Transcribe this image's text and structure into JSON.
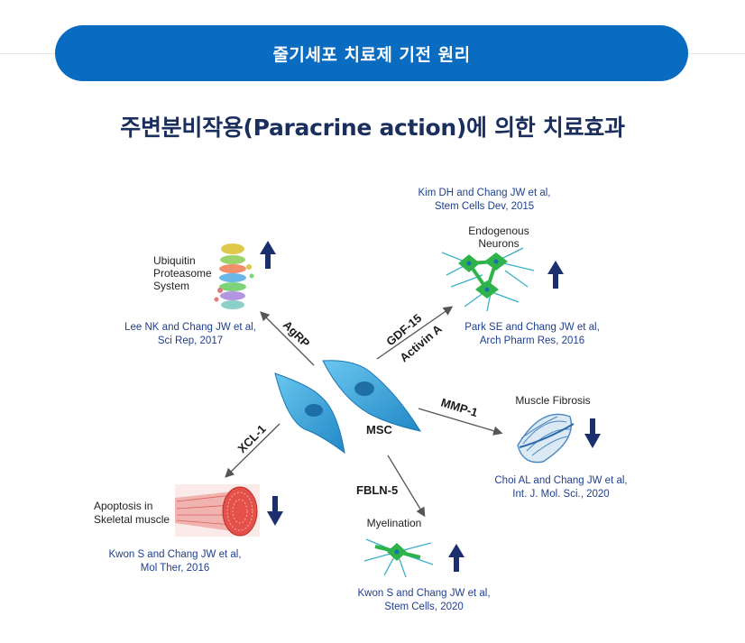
{
  "banner": {
    "text": "줄기세포 치료제 기전 원리"
  },
  "title": "주변분비작용(Paracrine action)에 의한 치료효과",
  "center": {
    "label": "MSC"
  },
  "nodes": {
    "ubiquitin": {
      "label_lines": [
        "Ubiquitin",
        "Proteasome",
        "System"
      ],
      "molecule": "AgRP",
      "cite_lines": [
        "Lee NK and Chang JW et al,",
        "Sci Rep, 2017"
      ],
      "direction": "up"
    },
    "neurons": {
      "top_cite_lines": [
        "Kim DH and Chang JW et al,",
        "Stem Cells Dev, 2015"
      ],
      "label_lines": [
        "Endogenous",
        "Neurons"
      ],
      "molecule_lines": [
        "GDF-15",
        "Activin A"
      ],
      "cite_lines": [
        "Park SE and Chang JW et al,",
        "Arch Pharm Res, 2016"
      ],
      "direction": "up"
    },
    "fibrosis": {
      "label": "Muscle Fibrosis",
      "molecule": "MMP-1",
      "cite_lines": [
        "Choi AL and Chang JW et al,",
        "Int. J. Mol. Sci., 2020"
      ],
      "direction": "down"
    },
    "apoptosis": {
      "label_lines": [
        "Apoptosis in",
        "Skeletal muscle"
      ],
      "molecule": "XCL-1",
      "cite_lines": [
        "Kwon S and Chang JW et al,",
        "Mol Ther, 2016"
      ],
      "direction": "down"
    },
    "myelination": {
      "label": "Myelination",
      "molecule": "FBLN-5",
      "cite_lines": [
        "Kwon S and Chang JW et al,",
        "Stem Cells, 2020"
      ],
      "direction": "up"
    }
  },
  "colors": {
    "banner": "#0a6cc0",
    "title": "#1a2f5e",
    "citation": "#1f3f8f",
    "arrow_indicator": "#1b2f6e",
    "cell": "#3aa3d8",
    "neuron": "#2db34a"
  }
}
